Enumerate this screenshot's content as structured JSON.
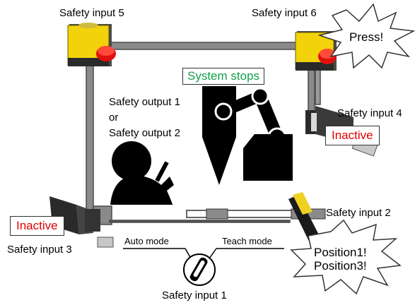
{
  "labels": {
    "safety_input_5": "Safety input 5",
    "safety_input_6": "Safety input 6",
    "safety_input_4": "Safety input 4",
    "safety_input_3": "Safety input 3",
    "safety_input_2": "Safety input 2",
    "safety_input_1": "Safety input 1",
    "safety_output_1": "Safety output 1",
    "or": "or",
    "safety_output_2": "Safety output 2",
    "auto_mode": "Auto mode",
    "teach_mode": "Teach mode"
  },
  "status": {
    "system_stops": "System stops",
    "inactive_right": "Inactive",
    "inactive_left": "Inactive"
  },
  "callouts": {
    "press": "Press!",
    "position1": "Position1!",
    "position3": "Position3!"
  },
  "colors": {
    "frame": "#6e6e6e",
    "estop_body": "#f2d20a",
    "estop_button": "#e01010",
    "inactive_text": "#e00000",
    "stops_text": "#12a04a",
    "enable_switch": "#f0d020"
  },
  "icons": [
    "emergency-stop-icon",
    "door-switch-icon",
    "robot-arm-icon",
    "operator-icon",
    "mode-key-switch-icon",
    "enabling-switch-icon"
  ]
}
